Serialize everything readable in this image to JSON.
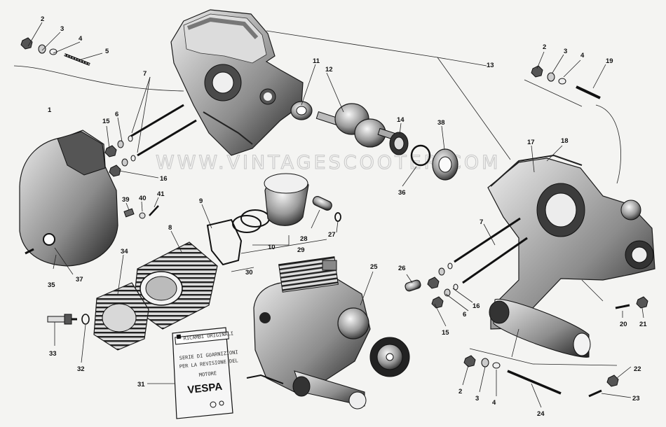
{
  "watermark": "WWW.VINTAGESCOOTER.COM",
  "kit_card": {
    "header": "RICAMBI ORIGINALI",
    "lines": [
      "SERIE DI GUARNIZIONI",
      "PER LA REVISIONE DEL",
      "MOTORE"
    ],
    "brand": "VESPA"
  },
  "callouts": [
    {
      "id": "c2a",
      "label": "2"
    },
    {
      "id": "c3a",
      "label": "3"
    },
    {
      "id": "c4a",
      "label": "4"
    },
    {
      "id": "c5",
      "label": "5"
    },
    {
      "id": "c7a",
      "label": "7"
    },
    {
      "id": "c11",
      "label": "11"
    },
    {
      "id": "c12",
      "label": "12"
    },
    {
      "id": "c13",
      "label": "13"
    },
    {
      "id": "c2b",
      "label": "2"
    },
    {
      "id": "c3b",
      "label": "3"
    },
    {
      "id": "c4b",
      "label": "4"
    },
    {
      "id": "c19",
      "label": "19"
    },
    {
      "id": "c1",
      "label": "1"
    },
    {
      "id": "c15a",
      "label": "15"
    },
    {
      "id": "c6a",
      "label": "6"
    },
    {
      "id": "c16a",
      "label": "16"
    },
    {
      "id": "c14",
      "label": "14"
    },
    {
      "id": "c38",
      "label": "38"
    },
    {
      "id": "c17",
      "label": "17"
    },
    {
      "id": "c18",
      "label": "18"
    },
    {
      "id": "c36",
      "label": "36"
    },
    {
      "id": "c39",
      "label": "39"
    },
    {
      "id": "c40",
      "label": "40"
    },
    {
      "id": "c41",
      "label": "41"
    },
    {
      "id": "c9",
      "label": "9"
    },
    {
      "id": "c28",
      "label": "28"
    },
    {
      "id": "c27",
      "label": "27"
    },
    {
      "id": "c10",
      "label": "10"
    },
    {
      "id": "c29",
      "label": "29"
    },
    {
      "id": "c8",
      "label": "8"
    },
    {
      "id": "c30",
      "label": "30"
    },
    {
      "id": "c7b",
      "label": "7"
    },
    {
      "id": "c34",
      "label": "34"
    },
    {
      "id": "c35",
      "label": "35"
    },
    {
      "id": "c37",
      "label": "37"
    },
    {
      "id": "c25",
      "label": "25"
    },
    {
      "id": "c26",
      "label": "26"
    },
    {
      "id": "c16b",
      "label": "16"
    },
    {
      "id": "c6b",
      "label": "6"
    },
    {
      "id": "c15b",
      "label": "15"
    },
    {
      "id": "c20",
      "label": "20"
    },
    {
      "id": "c21",
      "label": "21"
    },
    {
      "id": "c33",
      "label": "33"
    },
    {
      "id": "c32",
      "label": "32"
    },
    {
      "id": "c31",
      "label": "31"
    },
    {
      "id": "c2c",
      "label": "2"
    },
    {
      "id": "c3c",
      "label": "3"
    },
    {
      "id": "c4c",
      "label": "4"
    },
    {
      "id": "c24",
      "label": "24"
    },
    {
      "id": "c22",
      "label": "22"
    },
    {
      "id": "c23",
      "label": "23"
    }
  ]
}
